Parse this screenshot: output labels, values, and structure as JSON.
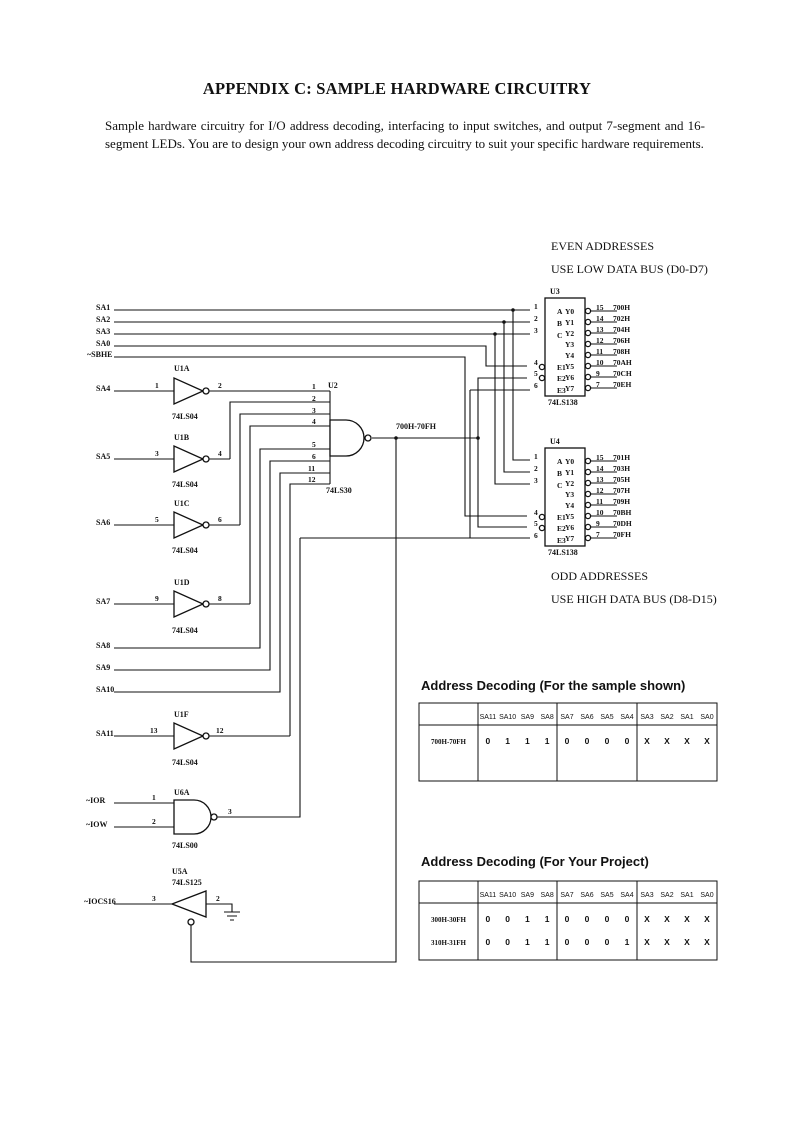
{
  "title": "APPENDIX C: SAMPLE HARDWARE CIRCUITRY",
  "intro": "Sample hardware circuitry for I/O address decoding, interfacing to input switches, and output 7-segment and 16-segment LEDs. You are to design your own address decoding circuitry to suit your specific hardware requirements.",
  "even_heading": "EVEN ADDRESSES",
  "even_bus": "USE LOW DATA BUS (D0-D7)",
  "odd_heading": "ODD ADDRESSES",
  "odd_bus": "USE HIGH DATA BUS (D8-D15)",
  "inputs": [
    "SA1",
    "SA2",
    "SA3",
    "SA0",
    "~SBHE",
    "SA4",
    "SA5",
    "SA6",
    "SA7",
    "SA8",
    "SA9",
    "SA10",
    "SA11",
    "~IOR",
    "~IOW",
    "~IOCS16"
  ],
  "inverters": [
    {
      "name": "U1A",
      "in_pin": "1",
      "out_pin": "2",
      "part": "74LS04"
    },
    {
      "name": "U1B",
      "in_pin": "3",
      "out_pin": "4",
      "part": "74LS04"
    },
    {
      "name": "U1C",
      "in_pin": "5",
      "out_pin": "6",
      "part": "74LS04"
    },
    {
      "name": "U1D",
      "in_pin": "9",
      "out_pin": "8",
      "part": "74LS04"
    },
    {
      "name": "U1F",
      "in_pin": "13",
      "out_pin": "12",
      "part": "74LS04"
    }
  ],
  "nand8": {
    "name": "U2",
    "part": "74LS30",
    "pins": [
      "1",
      "2",
      "3",
      "4",
      "5",
      "6",
      "11",
      "12"
    ],
    "output_label": "700H-70FH"
  },
  "nand2": {
    "name": "U6A",
    "part": "74LS00",
    "pins": [
      "1",
      "2",
      "3"
    ]
  },
  "buffer": {
    "name": "U5A",
    "part": "74LS125",
    "pins": [
      "3",
      "2"
    ]
  },
  "decoders": [
    {
      "name": "U3",
      "part": "74LS138",
      "inputs": [
        "A",
        "B",
        "C",
        "E1",
        "E2",
        "E3"
      ],
      "in_pins": [
        "1",
        "2",
        "3",
        "4",
        "5",
        "6"
      ],
      "outputs": [
        "Y0",
        "Y1",
        "Y2",
        "Y3",
        "Y4",
        "Y5",
        "Y6",
        "Y7"
      ],
      "out_pins": [
        "15",
        "14",
        "13",
        "12",
        "11",
        "10",
        "9",
        "7"
      ],
      "addresses": [
        "700H",
        "702H",
        "704H",
        "706H",
        "708H",
        "70AH",
        "70CH",
        "70EH"
      ]
    },
    {
      "name": "U4",
      "part": "74LS138",
      "inputs": [
        "A",
        "B",
        "C",
        "E1",
        "E2",
        "E3"
      ],
      "in_pins": [
        "1",
        "2",
        "3",
        "4",
        "5",
        "6"
      ],
      "outputs": [
        "Y0",
        "Y1",
        "Y2",
        "Y3",
        "Y4",
        "Y5",
        "Y6",
        "Y7"
      ],
      "out_pins": [
        "15",
        "14",
        "13",
        "12",
        "11",
        "10",
        "9",
        "7"
      ],
      "addresses": [
        "701H",
        "703H",
        "705H",
        "707H",
        "709H",
        "70BH",
        "70DH",
        "70FH"
      ]
    }
  ],
  "table1": {
    "title": "Address Decoding (For the sample shown)",
    "headers": [
      "SA11",
      "SA10",
      "SA9",
      "SA8",
      "SA7",
      "SA6",
      "SA5",
      "SA4",
      "SA3",
      "SA2",
      "SA1",
      "SA0"
    ],
    "rows": [
      {
        "label": "700H-70FH",
        "bits": [
          "0",
          "1",
          "1",
          "1",
          "0",
          "0",
          "0",
          "0",
          "X",
          "X",
          "X",
          "X"
        ]
      }
    ]
  },
  "table2": {
    "title": "Address Decoding (For Your Project)",
    "headers": [
      "SA11",
      "SA10",
      "SA9",
      "SA8",
      "SA7",
      "SA6",
      "SA5",
      "SA4",
      "SA3",
      "SA2",
      "SA1",
      "SA0"
    ],
    "rows": [
      {
        "label": "300H-30FH",
        "bits": [
          "0",
          "0",
          "1",
          "1",
          "0",
          "0",
          "0",
          "0",
          "X",
          "X",
          "X",
          "X"
        ]
      },
      {
        "label": "310H-31FH",
        "bits": [
          "0",
          "0",
          "1",
          "1",
          "0",
          "0",
          "0",
          "1",
          "X",
          "X",
          "X",
          "X"
        ]
      }
    ]
  }
}
